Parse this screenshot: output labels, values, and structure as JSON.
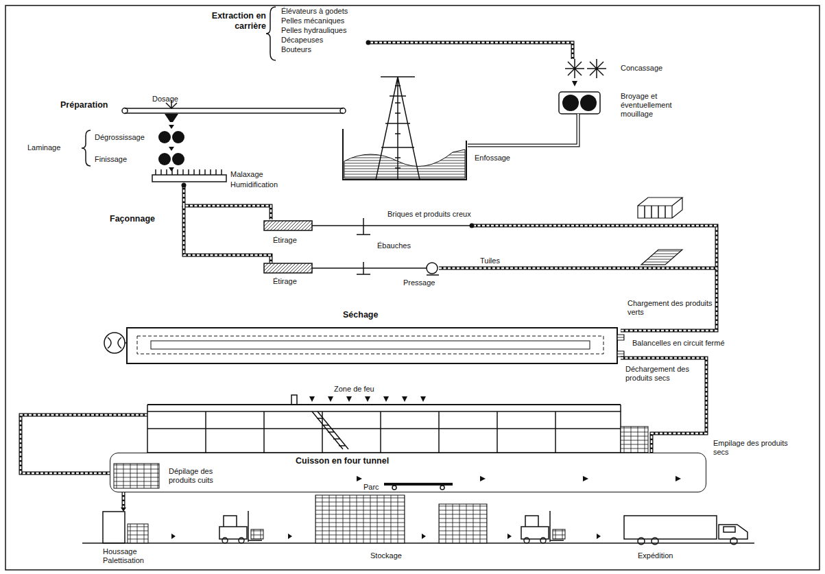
{
  "diagram": {
    "nodes": [
      {
        "text": [
          "Séchage"
        ]
      },
      {
        "text": [
          "Cuisson en four tunnel",
          "Dépilage des produits cuits"
        ]
      }
    ],
    "edges": [
      {
        "from": 0,
        "to": 1,
        "arrow": "none"
      }
    ],
    "labels": [
      "Extraction en carrière",
      "Élévateurs à godets",
      "Pelles mécaniques",
      "Pelles hydrauliques",
      "Décapeuses",
      "Bouteurs",
      "Concassage",
      "Broyage et éventuellement mouillage",
      "Préparation",
      "Dosage",
      "Laminage",
      "Dégrossissage",
      "Finissage",
      "Enfossage",
      "Malaxage",
      "Humidification",
      "Façonnage",
      "Briques et produits creux",
      "Étirage",
      "Ébauches",
      "Étirage",
      "Pressage",
      "Tuiles",
      "Chargement des produits verts",
      "Balancelles en circuit fermé",
      "Déchargement des produits secs",
      "Zone de feu",
      "Empilage des produits secs",
      "Parc",
      "Houssage Palettisation",
      "Stockage",
      "Expédition"
    ]
  }
}
